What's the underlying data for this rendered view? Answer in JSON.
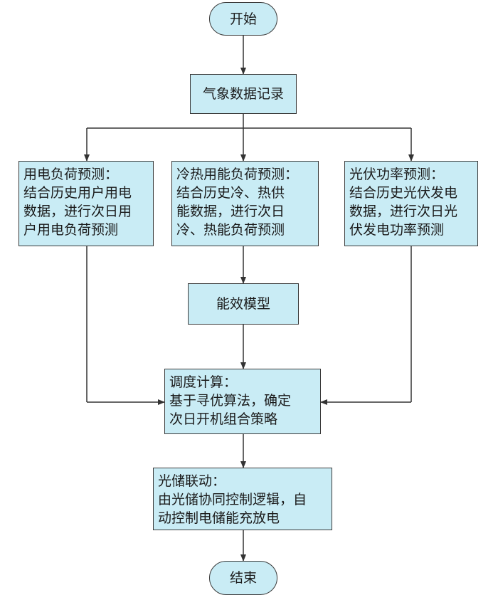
{
  "nodes": {
    "start": {
      "label": "开始"
    },
    "weather": {
      "label": "气象数据记录"
    },
    "electric": {
      "lines": [
        "用电负荷预测：",
        "结合历史用户用电",
        "数据，进行次日用",
        "户用电负荷预测"
      ]
    },
    "thermal": {
      "lines": [
        "冷热用能负荷预测：",
        "结合历史冷、热供",
        "能数据，进行次日",
        "冷、热能负荷预测"
      ]
    },
    "pv": {
      "lines": [
        "光伏功率预测：",
        "结合历史光伏发电",
        "数据，进行次日光",
        "伏发电功率预测"
      ]
    },
    "efficiency": {
      "label": "能效模型"
    },
    "dispatch": {
      "lines": [
        "调度计算：",
        "基于寻优算法，确定",
        "次日开机组合策略"
      ]
    },
    "storage": {
      "lines": [
        "光储联动：",
        "由光储协同控制逻辑，自",
        "动控制电储能充放电"
      ]
    },
    "end": {
      "label": "结束"
    }
  },
  "colors": {
    "box_fill": "#c9ecf5",
    "border": "#3a3a3a",
    "arrow": "#333333"
  }
}
